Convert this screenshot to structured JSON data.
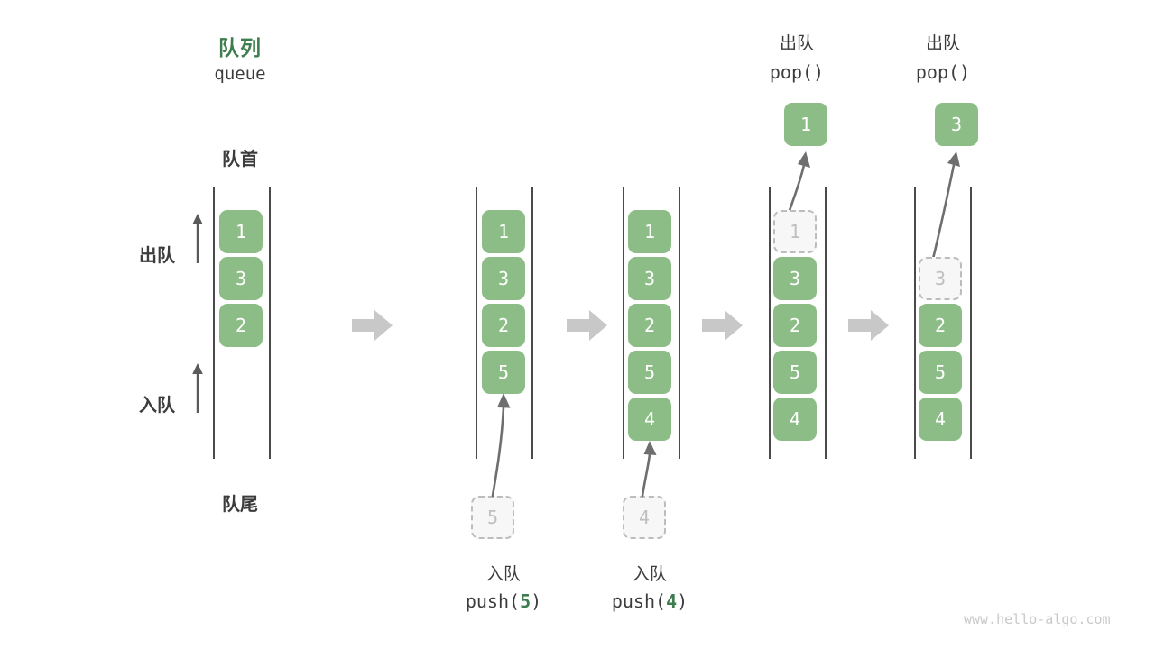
{
  "diagram": {
    "title_cn": "队列",
    "title_en": "queue",
    "front_label": "队首",
    "rear_label": "队尾",
    "dequeue_label": "出队",
    "enqueue_label": "入队",
    "watermark": "www.hello-algo.com",
    "colors": {
      "element_fill": "#8cbd86",
      "element_text": "#ffffff",
      "ghost_fill": "#f7f7f7",
      "ghost_border": "#bcbcbc",
      "ghost_text": "#bfbfbf",
      "rail": "#4a4a4a",
      "accent_green": "#3e7d4f",
      "flow_arrow": "#c8c8c8",
      "motion_arrow": "#6e6e6e",
      "text": "#3c3c3c",
      "watermark": "#c9c9c9"
    }
  },
  "steps": [
    {
      "id": "initial",
      "header_cn": "队列",
      "header_code": "queue",
      "cells": [
        {
          "value": "1",
          "state": "filled"
        },
        {
          "value": "3",
          "state": "filled"
        },
        {
          "value": "2",
          "state": "filled"
        }
      ],
      "incoming": null,
      "outgoing": null,
      "caption_cn": "",
      "caption_code": ""
    },
    {
      "id": "push-5",
      "header_cn": "",
      "header_code": "",
      "cells": [
        {
          "value": "1",
          "state": "filled"
        },
        {
          "value": "3",
          "state": "filled"
        },
        {
          "value": "2",
          "state": "filled"
        },
        {
          "value": "5",
          "state": "filled"
        }
      ],
      "incoming": {
        "value": "5",
        "state": "ghost"
      },
      "outgoing": null,
      "caption_cn": "入队",
      "caption_code_prefix": "push(",
      "caption_code_value": "5",
      "caption_code_suffix": ")"
    },
    {
      "id": "push-4",
      "header_cn": "",
      "header_code": "",
      "cells": [
        {
          "value": "1",
          "state": "filled"
        },
        {
          "value": "3",
          "state": "filled"
        },
        {
          "value": "2",
          "state": "filled"
        },
        {
          "value": "5",
          "state": "filled"
        },
        {
          "value": "4",
          "state": "filled"
        }
      ],
      "incoming": {
        "value": "4",
        "state": "ghost"
      },
      "outgoing": null,
      "caption_cn": "入队",
      "caption_code_prefix": "push(",
      "caption_code_value": "4",
      "caption_code_suffix": ")"
    },
    {
      "id": "pop-1",
      "header_cn": "出队",
      "header_code": "pop()",
      "cells": [
        {
          "value": "1",
          "state": "ghost"
        },
        {
          "value": "3",
          "state": "filled"
        },
        {
          "value": "2",
          "state": "filled"
        },
        {
          "value": "5",
          "state": "filled"
        },
        {
          "value": "4",
          "state": "filled"
        }
      ],
      "incoming": null,
      "outgoing": {
        "value": "1",
        "state": "filled"
      },
      "caption_cn": "",
      "caption_code": ""
    },
    {
      "id": "pop-3",
      "header_cn": "出队",
      "header_code": "pop()",
      "cells": [
        {
          "value": "",
          "state": "empty"
        },
        {
          "value": "3",
          "state": "ghost"
        },
        {
          "value": "2",
          "state": "filled"
        },
        {
          "value": "5",
          "state": "filled"
        },
        {
          "value": "4",
          "state": "filled"
        }
      ],
      "incoming": null,
      "outgoing": {
        "value": "3",
        "state": "filled"
      },
      "caption_cn": "",
      "caption_code": ""
    }
  ]
}
